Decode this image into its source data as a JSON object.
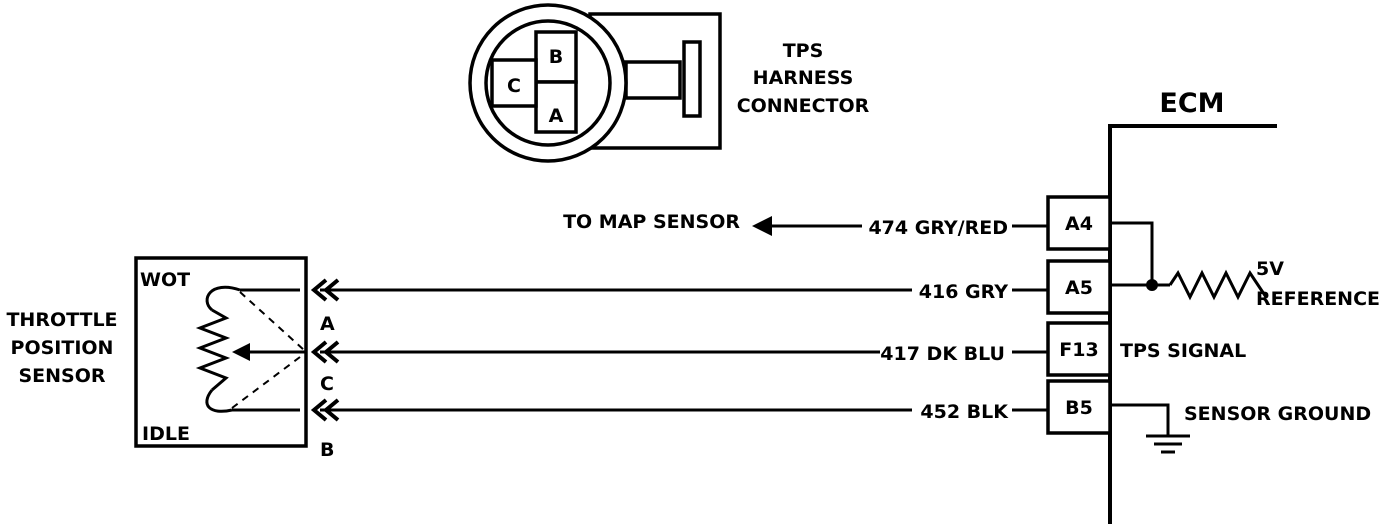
{
  "connector": {
    "title_line1": "TPS",
    "title_line2": "HARNESS",
    "title_line3": "CONNECTOR",
    "pin_b": "B",
    "pin_c": "C",
    "pin_a": "A"
  },
  "ecm": {
    "title": "ECM"
  },
  "sensor": {
    "name_line1": "THROTTLE",
    "name_line2": "POSITION",
    "name_line3": "SENSOR",
    "wot": "WOT",
    "idle": "IDLE",
    "term_a": "A",
    "term_c": "C",
    "term_b": "B"
  },
  "wires": [
    {
      "label": "474 GRY/RED",
      "pin": "A4"
    },
    {
      "label": "416 GRY",
      "pin": "A5"
    },
    {
      "label": "417 DK BLU",
      "pin": "F13"
    },
    {
      "label": "452 BLK",
      "pin": "B5"
    }
  ],
  "labels": {
    "map_sensor": "TO MAP SENSOR",
    "ref_5v": "5V",
    "reference": "REFERENCE",
    "tps_signal": "TPS  SIGNAL",
    "sensor_ground": "SENSOR  GROUND"
  }
}
